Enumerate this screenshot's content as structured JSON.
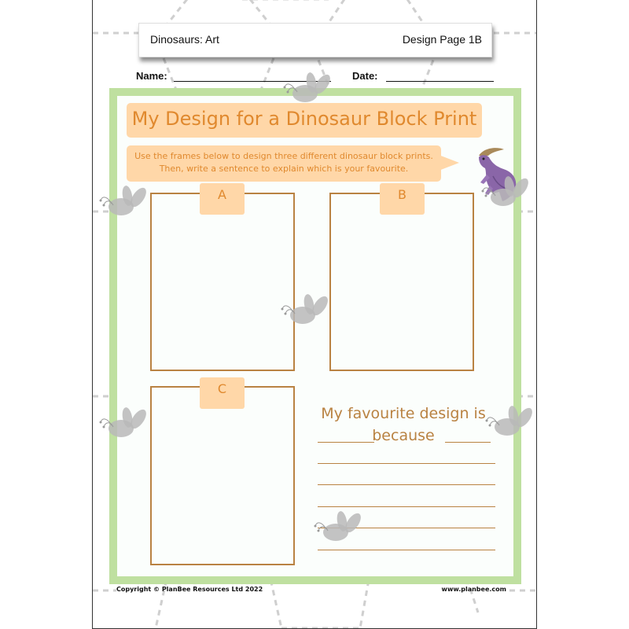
{
  "header": {
    "subject": "Dinosaurs: Art",
    "page_label": "Design Page 1B"
  },
  "student_fields": {
    "name_label": "Name:",
    "date_label": "Date:"
  },
  "title": "My Design for a Dinosaur Block Print",
  "instructions": {
    "line1": "Use the frames below to design three different dinosaur block prints.",
    "line2": "Then, write a sentence to explain which is your favourite."
  },
  "frames": [
    {
      "label": "A"
    },
    {
      "label": "B"
    },
    {
      "label": "C"
    }
  ],
  "favourite": {
    "line1": "My favourite design is",
    "line2": "because",
    "writing_lines": 5
  },
  "footer": {
    "copyright": "Copyright © PlanBee Resources Ltd 2022",
    "website": "www.planbee.com"
  },
  "colors": {
    "green_border": "#bfe0a0",
    "peach_box": "#ffd7a8",
    "orange_text": "#e0892e",
    "brown_lines": "#b98242",
    "dino_purple": "#8a66a8"
  }
}
